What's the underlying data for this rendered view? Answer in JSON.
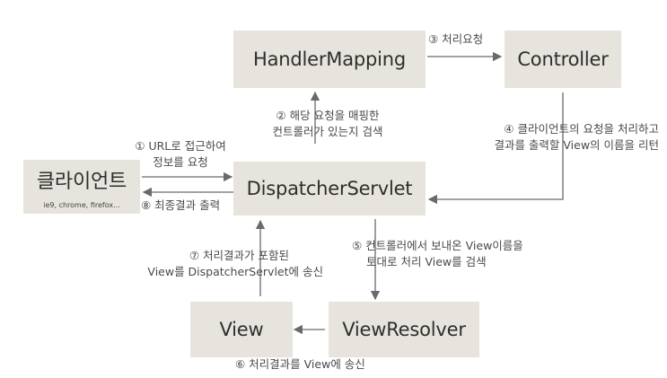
{
  "boxes": {
    "handler_mapping": "HandlerMapping",
    "controller": "Controller",
    "client": "클라이언트",
    "client_sub": "ie9, chrome, firefox...",
    "dispatcher": "DispatcherServlet",
    "view": "View",
    "view_resolver": "ViewResolver"
  },
  "steps": {
    "s1_line1": "① URL로 접근하여",
    "s1_line2": "정보를 요청",
    "s2_line1": "② 해당 요청을 매핑한",
    "s2_line2": "컨트롤러가 있는지 검색",
    "s3": "③ 처리요청",
    "s4_line1": "④ 클라이언트의 요청을 처리하고",
    "s4_line2": "결과를 출력할 View의 이름을 리턴",
    "s5_line1": "⑤ 컨트롤러에서 보내온 View이름을",
    "s5_line2": "토대로 처리 View를 검색",
    "s6": "⑥ 처리결과를 View에 송신",
    "s7_line1": "⑦ 처리결과가 포함된",
    "s7_line2": "View를 DispatcherServlet에 송신",
    "s8": "⑧ 최종결과 출력"
  },
  "colors": {
    "box_fill": "#e6e4dd",
    "arrow": "#6a6a6a"
  }
}
